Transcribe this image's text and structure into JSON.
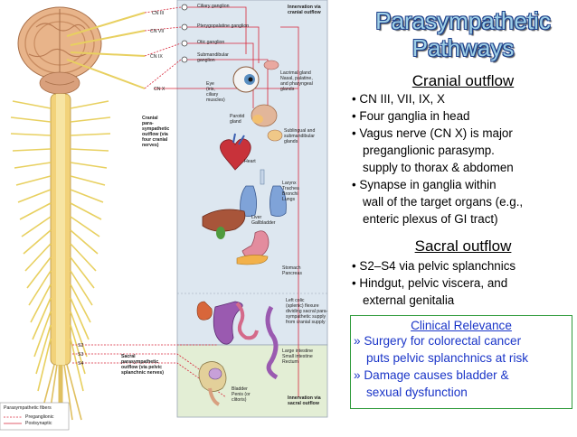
{
  "title": {
    "line1": "Parasympathetic",
    "line2": "Pathways"
  },
  "cranial": {
    "heading": "Cranial outflow",
    "bullets": [
      {
        "lines": [
          "• CN III, VII, IX, X"
        ]
      },
      {
        "lines": [
          "• Four ganglia in head"
        ]
      },
      {
        "lines": [
          "• Vagus nerve (CN X) is major",
          "preganglionic parasymp.",
          "supply to thorax & abdomen"
        ]
      },
      {
        "lines": [
          "• Synapse in ganglia within",
          "wall of the target organs (e.g.,",
          "enteric plexus of GI tract)"
        ]
      }
    ]
  },
  "sacral": {
    "heading": "Sacral outflow",
    "bullets": [
      {
        "lines": [
          "• S2–S4 via pelvic splanchnics"
        ]
      },
      {
        "lines": [
          "• Hindgut, pelvic viscera, and",
          "external genitalia"
        ]
      }
    ]
  },
  "clinical": {
    "title": "Clinical Relevance",
    "items": [
      {
        "lines": [
          "» Surgery for colorectal cancer",
          "puts pelvic splanchnics at risk"
        ]
      },
      {
        "lines": [
          "» Damage causes bladder &",
          "sexual dysfunction"
        ]
      }
    ],
    "color": "#1a35c8",
    "border_color": "#2e9a3a"
  },
  "figure": {
    "cn_labels": [
      "CN III",
      "CN VII",
      "CN IX",
      "CN X"
    ],
    "ganglia": [
      "Ciliary ganglion",
      "Pterygopalatine ganglion",
      "Otic ganglion",
      "Submandibular\nganglion"
    ],
    "cranial_innervation": "Innervation via\ncranial outflow",
    "sacral_innervation": "Innervation via\nsacral outflow",
    "cranial_outflow_label": "Cranial\npara-\nsympathetic\noutflow (via\nfour cranial\nnerves)",
    "sacral_outflow_label": "Sacral\nparasympathetic\noutflow (via pelvic\nsplanchnic nerves)",
    "spinal_levels": [
      "S2",
      "S3",
      "S4"
    ],
    "organs": [
      "Eye\n(iris,\nciliary\nmuscles)",
      "Lacrimal gland\nNasal, palatine,\nand pharyngeal\nglands",
      "Parotid\ngland",
      "Sublingual and\nsubmandibular\nglands",
      "Heart",
      "Larynx\nTrachea\nBronchi\nLungs",
      "Liver\nGallbladder",
      "Stomach\nPancreas",
      "Left colic\n(splenic) flexure\ndividing sacral para-\nsympathetic supply\nfrom cranial supply",
      "Large intestine\nSmall intestine\nRectum",
      "Bladder\nPenis (or\nclitoris)"
    ],
    "legend": {
      "title": "Parasympathetic fibers",
      "pre": "Preganglionic",
      "post": "Postsynaptic"
    },
    "colors": {
      "brain": "#e8b48a",
      "spinal_cord": "#f2d27a",
      "nerve": "#e8d060",
      "fiber": "#d8263a",
      "cranial_panel": "#dde7f0",
      "sacral_panel": "#e3eed5"
    }
  }
}
